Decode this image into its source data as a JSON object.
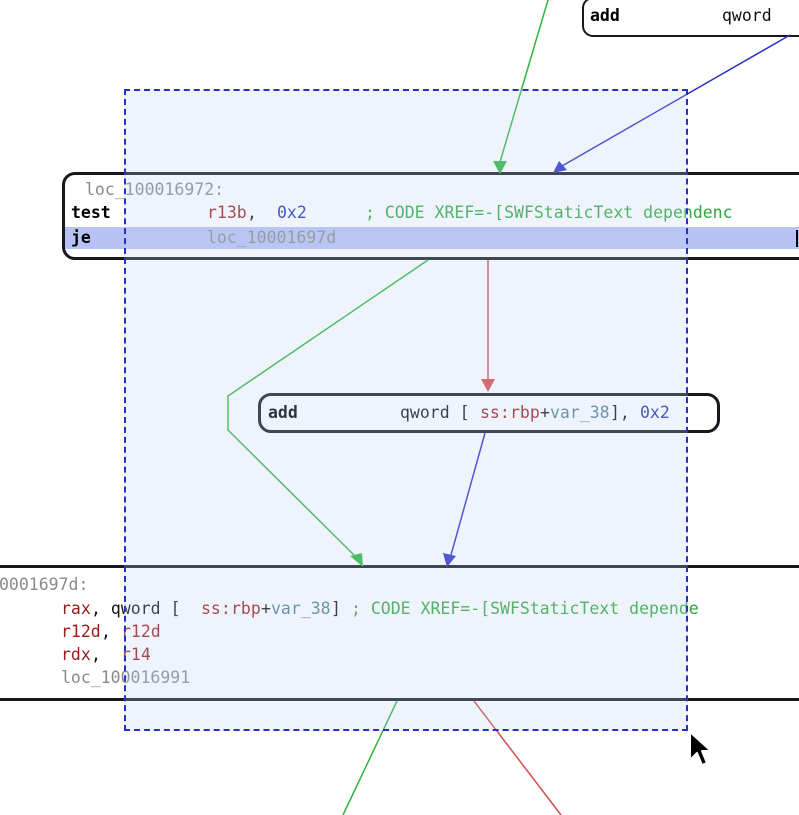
{
  "app": "disassembler-graph-view",
  "colors": {
    "edge_true": "#2fb53b",
    "edge_false": "#d44a4a",
    "edge_unconditional": "#2a2fc4",
    "selection_border": "#2a2fc4",
    "line_highlight": "#b7c2f5",
    "block_border": "#15191e"
  },
  "blocks": {
    "top_right": {
      "lines": [
        {
          "mnemonic": "add",
          "operand_text": "qword"
        }
      ]
    },
    "loc_100016972": {
      "label": "loc_100016972:",
      "lines": [
        {
          "mnemonic": "test",
          "reg": "r13b",
          "sep": ", ",
          "imm": "0x2",
          "comment": "; CODE XREF=-[SWFStaticText dependenc"
        },
        {
          "mnemonic": "je",
          "target": "loc_10001697d",
          "highlighted": true
        }
      ]
    },
    "add_block": {
      "lines": [
        {
          "mnemonic": "add",
          "pre": "qword [",
          "seg": "ss:",
          "base": "rbp",
          "plus": "+",
          "var": "var_38",
          "post": "], ",
          "imm": "0x2"
        }
      ]
    },
    "loc_10001697d": {
      "label": "0001697d:",
      "lines": [
        {
          "reg": "rax",
          "mid": ", qword [",
          "seg": "ss:",
          "base": "rbp",
          "plus": "+",
          "var": "var_38",
          "post": "] ",
          "comment": "; CODE XREF=-[SWFStaticText depende"
        },
        {
          "reg": "r12d",
          "sep": ", ",
          "reg2": "r12d"
        },
        {
          "reg": "rdx",
          "sep": ", ",
          "reg2": "r14"
        },
        {
          "target": "loc_100016991"
        }
      ]
    }
  },
  "edges": [
    {
      "from": "offscreen-top",
      "to": "loc_100016972",
      "kind": "true"
    },
    {
      "from": "top_right",
      "to": "loc_100016972",
      "kind": "unconditional"
    },
    {
      "from": "loc_100016972",
      "to": "loc_10001697d",
      "kind": "true"
    },
    {
      "from": "loc_100016972",
      "to": "add_block",
      "kind": "false"
    },
    {
      "from": "add_block",
      "to": "loc_10001697d",
      "kind": "unconditional"
    },
    {
      "from": "loc_10001697d",
      "to": "offscreen-bottom-left",
      "kind": "true"
    },
    {
      "from": "loc_10001697d",
      "to": "offscreen-bottom-right",
      "kind": "false"
    }
  ],
  "selection": {
    "active": true
  },
  "cursor": "arrow-pointer"
}
